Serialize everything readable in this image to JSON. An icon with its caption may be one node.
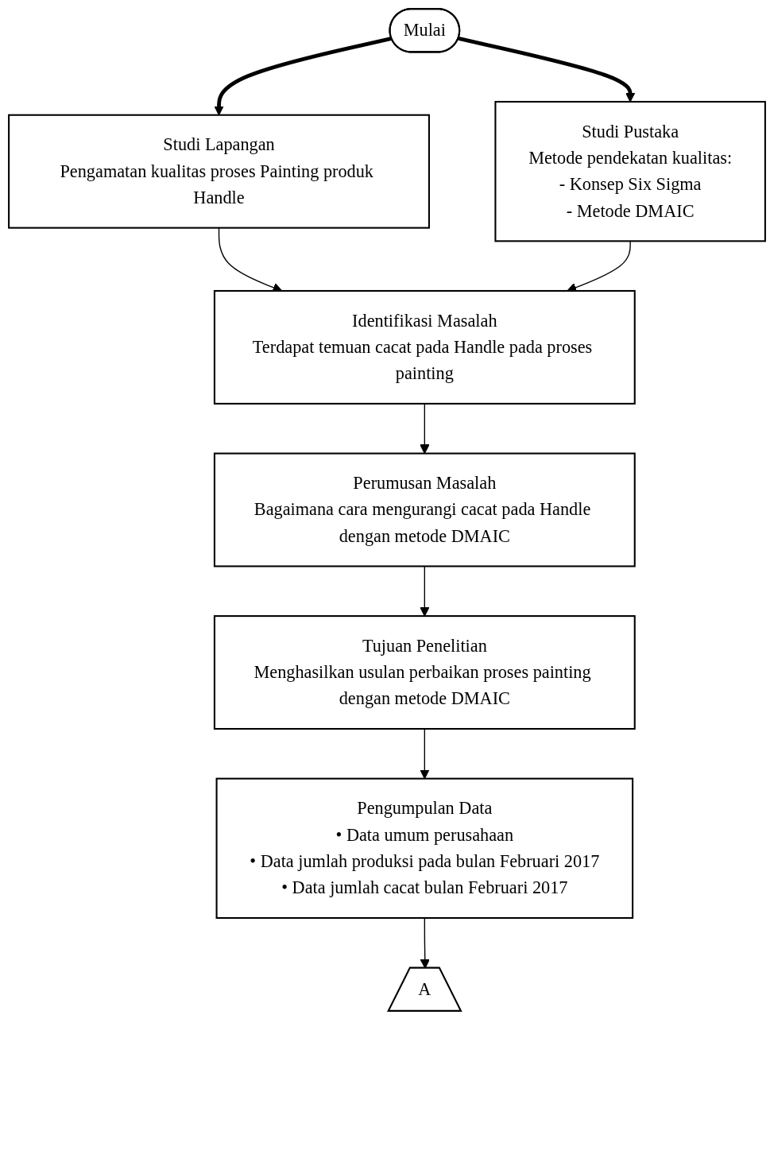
{
  "diagram": {
    "nodes": [
      {
        "text": [
          "Mulai"
        ]
      },
      {
        "text": [
          "Studi Lapangan",
          "Pengamatan kualitas proses Painting produk Handle"
        ]
      },
      {
        "text": [
          "Studi Pustaka",
          "Metode pendekatan kualitas:",
          "- Konsep Six Sigma",
          "- Metode DMAIC"
        ]
      },
      {
        "text": [
          "Identifikasi Masalah",
          "Terdapat temuan cacat pada Handle pada proses painting"
        ]
      },
      {
        "text": [
          "Perumusan Masalah",
          "Bagaimana cara mengurangi cacat pada Handle dengan metode DMAIC"
        ]
      },
      {
        "text": [
          "Tujuan Penelitian",
          "Menghasilkan usulan perbaikan proses painting dengan metode DMAIC"
        ]
      },
      {
        "text": [
          "Pengumpulan Data",
          "• Data umum perusahaan",
          "• Data jumlah produksi pada bulan Februari 2017",
          "• Data jumlah cacat bulan Februari 2017"
        ]
      },
      {
        "text": [
          "A"
        ]
      }
    ],
    "edges": [
      {
        "from": 0,
        "to": 1,
        "arrow": "to",
        "style": "thick"
      },
      {
        "from": 0,
        "to": 2,
        "arrow": "to",
        "style": "thick"
      },
      {
        "from": 1,
        "to": 3,
        "arrow": "to"
      },
      {
        "from": 2,
        "to": 3,
        "arrow": "to"
      },
      {
        "from": 3,
        "to": 4,
        "arrow": "to"
      },
      {
        "from": 4,
        "to": 5,
        "arrow": "to"
      },
      {
        "from": 5,
        "to": 6,
        "arrow": "to"
      },
      {
        "from": 6,
        "to": 7,
        "arrow": "to"
      }
    ]
  }
}
